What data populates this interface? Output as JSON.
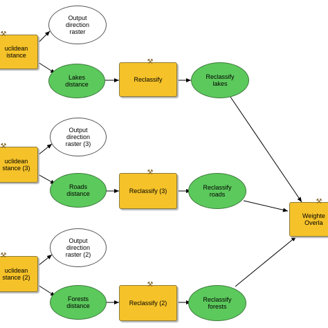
{
  "diagram": {
    "nodes": {
      "euc1": {
        "label": "uclidean\nistance"
      },
      "euc2": {
        "label": "uclidean\nstance (3)"
      },
      "euc3": {
        "label": "uclidean\nstance (2)"
      },
      "out1": {
        "label": "Output\ndirection\nraster"
      },
      "out2": {
        "label": "Output\ndirection\nraster (3)"
      },
      "out3": {
        "label": "Output\ndirection\nraster (2)"
      },
      "lakes": {
        "label": "Lakes\ndistance"
      },
      "roads": {
        "label": "Roads\ndistance"
      },
      "forests": {
        "label": "Forests\ndistance"
      },
      "recl1": {
        "label": "Reclassify"
      },
      "recl2": {
        "label": "Reclassify (3)"
      },
      "recl3": {
        "label": "Reclassify (2)"
      },
      "rlakes": {
        "label": "Reclassify\nlakes"
      },
      "rroads": {
        "label": "Reclassify\nroads"
      },
      "rforests": {
        "label": "Reclassify\nforests"
      },
      "weighted": {
        "label": "Weighte\nOverla"
      }
    },
    "tool_icon": "hammer-icon",
    "colors": {
      "tool": "#f5c229",
      "data": "#5cc95c",
      "output": "#ffffff",
      "edge": "#000000"
    }
  }
}
